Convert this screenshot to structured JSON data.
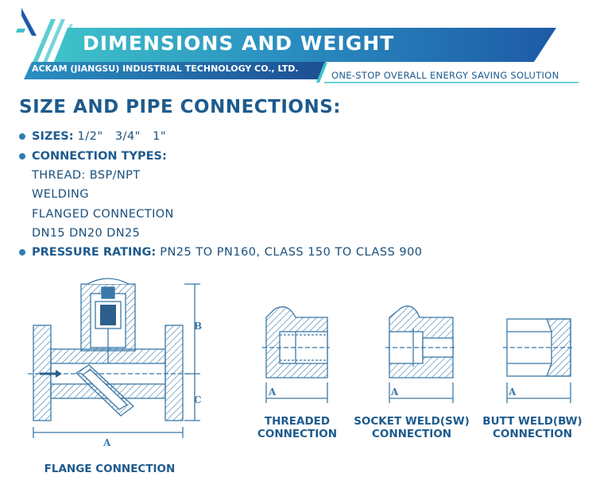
{
  "banner": {
    "title": "DIMENSIONS AND WEIGHT",
    "company": "ACKAM (JIANGSU) INDUSTRIAL TECHNOLOGY CO., LTD.",
    "slogan": "ONE-STOP OVERALL ENERGY SAVING SOLUTION"
  },
  "section": {
    "title": "SIZE AND PIPE CONNECTIONS:"
  },
  "specs": {
    "sizes_label": "SIZES:",
    "sizes_value": "1/2\"   3/4\"   1\"",
    "connection_label": "CONNECTION TYPES:",
    "connection_items": [
      "THREAD: BSP/NPT",
      "WELDING",
      "FLANGED CONNECTION",
      "DN15 DN20 DN25"
    ],
    "pressure_label": "PRESSURE RATING:",
    "pressure_value": "PN25 TO PN160, CLASS 150 TO CLASS 900"
  },
  "drawings": {
    "dim_a": "A",
    "dim_b": "B",
    "dim_c": "C",
    "flange_caption": "FLANGE CONNECTION",
    "threaded_caption": [
      "THREADED",
      "CONNECTION"
    ],
    "socket_caption": [
      "SOCKET WELD(SW)",
      "CONNECTION"
    ],
    "butt_caption": [
      "BUTT WELD(BW)",
      "CONNECTION"
    ]
  },
  "colors": {
    "brand_blue": "#1e5b8d",
    "banner_gradient_start": "#3ec3c9",
    "banner_gradient_end": "#1d5aa6",
    "line_art": "#3a78a8"
  }
}
